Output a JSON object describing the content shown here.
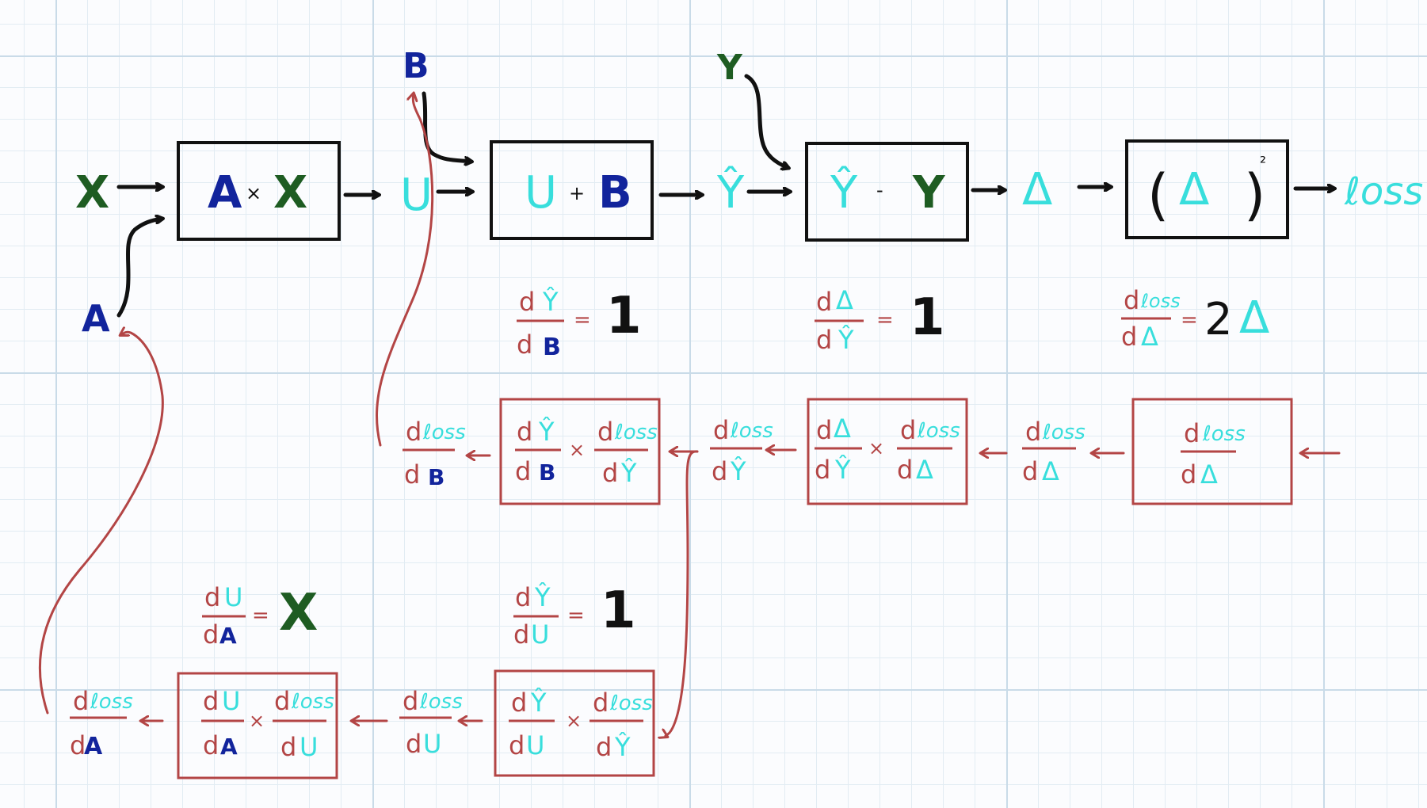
{
  "colors": {
    "forward": "#111111",
    "backward": "#b34545",
    "green": "#1e5c22",
    "blue": "#12249c",
    "cyan": "#38dedc",
    "grid": "#c9dbe8"
  },
  "symbols": {
    "X": "X",
    "A": "A",
    "B": "B",
    "U": "U",
    "Y": "Y",
    "Yhat": "Ŷ",
    "Delta": "Δ",
    "loss": "ℓoss",
    "d": "d",
    "times": "×",
    "plus": "+",
    "minus": "-",
    "equals": "=",
    "square": "²",
    "two": "2",
    "one": "1",
    "lparen": "(",
    "rparen": ")"
  }
}
